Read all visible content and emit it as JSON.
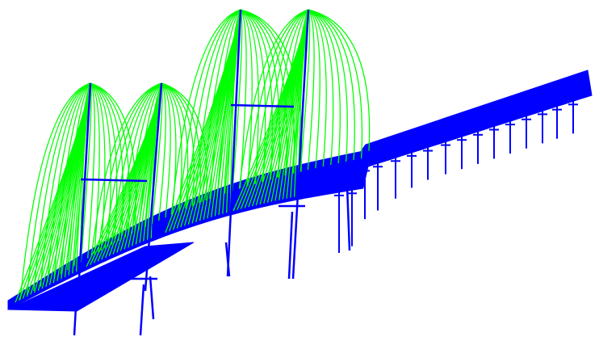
{
  "scene": {
    "subject": "cable-stayed-bridge-wireframe",
    "deck_color": "#0000ff",
    "cable_color": "#00ff00",
    "pier_color": "#0000ff",
    "background_color": "#ffffff",
    "pylon_count": 4,
    "pier_count": 16
  }
}
